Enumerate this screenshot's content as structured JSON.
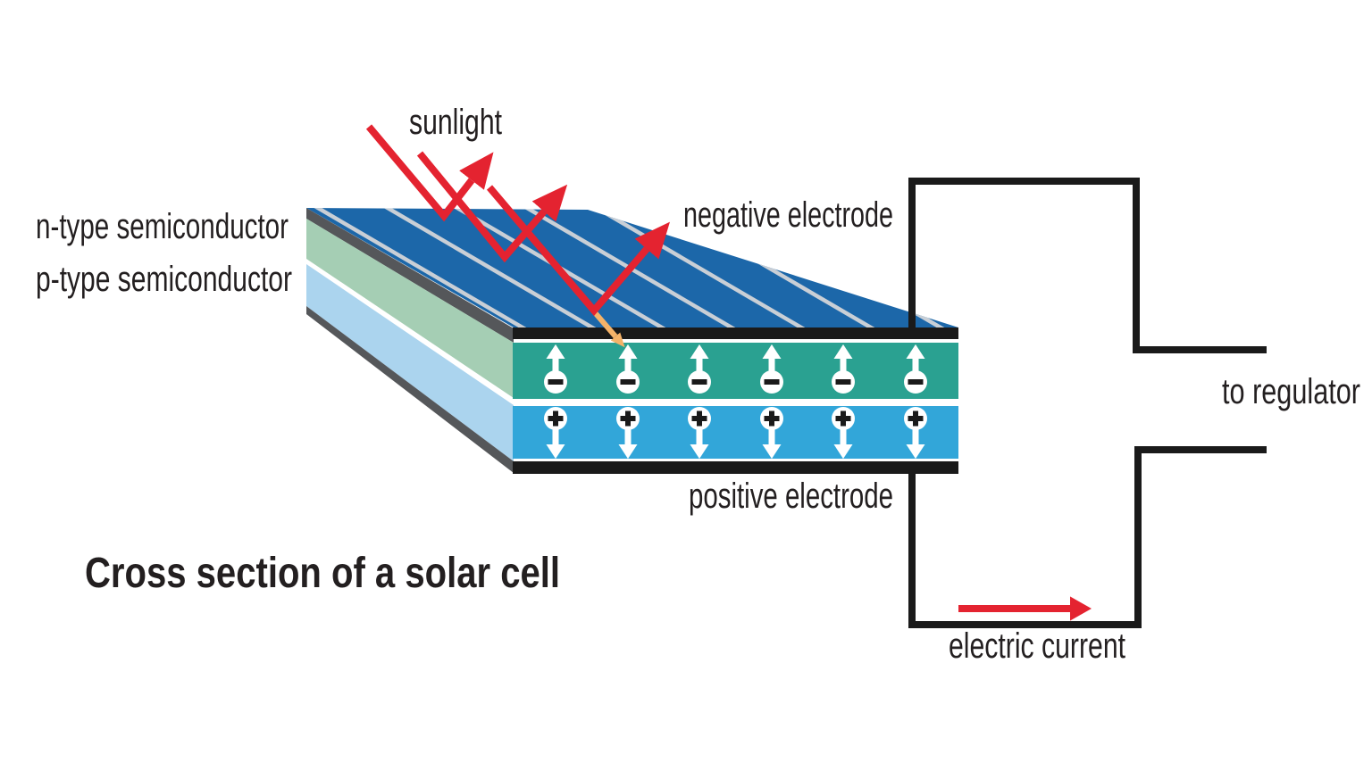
{
  "diagram_title": "Cross section of a solar cell",
  "labels": {
    "sunlight": "sunlight",
    "n_type_semiconductor": "n-type semiconductor",
    "p_type_semiconductor": "p-type semiconductor",
    "negative_electrode": "negative electrode",
    "positive_electrode": "positive electrode",
    "to_regulator": "to regulator",
    "electric_current": "electric current"
  },
  "cell": {
    "electron_count": 6,
    "hole_count": 6,
    "electron_symbol": "−",
    "hole_symbol": "+"
  },
  "colors": {
    "panel_top": "#1c67a9",
    "panel_stripe": "#c9cfd6",
    "n_layer_side": "#a5ceb4",
    "p_layer_side": "#abd4ee",
    "n_layer_front": "#2aa191",
    "p_layer_front": "#32a6d9",
    "electrode_black": "#1a1a1a",
    "edge_gray": "#55575a",
    "sun_ray_red": "#e42330",
    "transmitted_orange": "#f5b369",
    "wire_black": "#1a1a1a",
    "carrier_white": "#ffffff",
    "text": "#231f20"
  }
}
